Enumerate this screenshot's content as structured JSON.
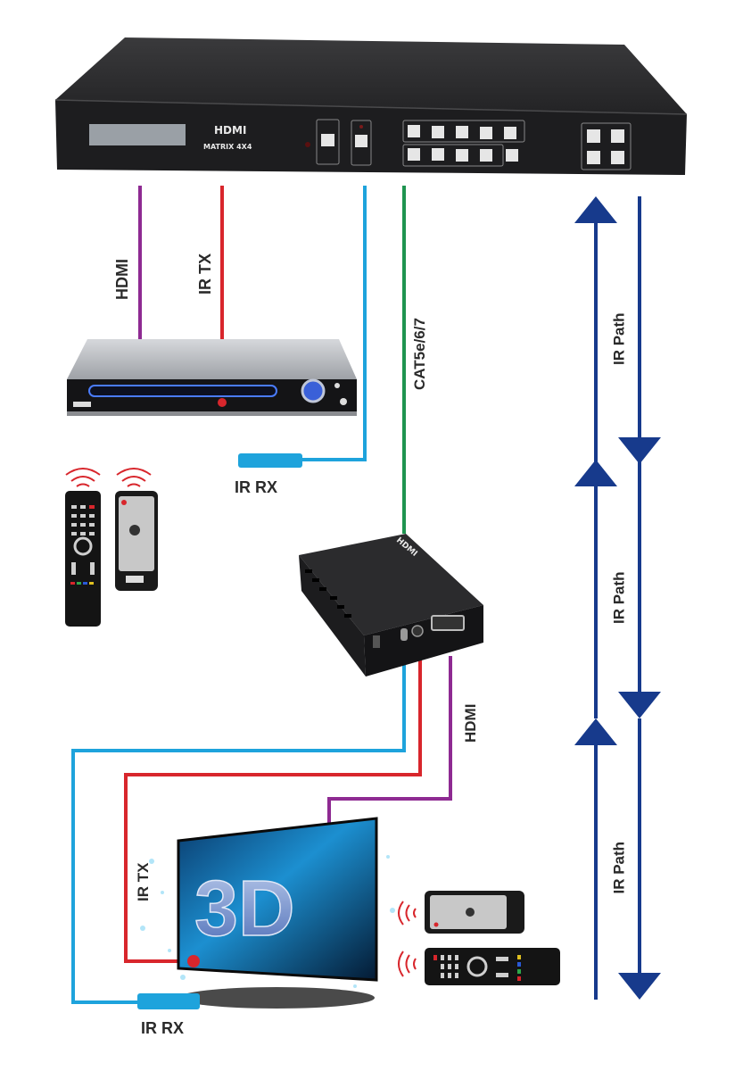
{
  "title": "HDMI Matrix 4x4 connection diagram with HDBaseT receiver and IR path",
  "colors": {
    "hdmi_cable": "#8e2a92",
    "ir_tx_cable": "#d8262c",
    "ir_rx_cable": "#1ea3dc",
    "cat_cable": "#1f9450",
    "ir_path_arrow": "#173a8c",
    "label_text": "#2a2a2a",
    "device_body": "#2b2b2d"
  },
  "matrix": {
    "logo": "HDMI",
    "model": "MATRIX 4X4",
    "button_groups": {
      "power": 1,
      "lock": 1,
      "output_row": 5,
      "input_row": 5,
      "edid_group": 4
    }
  },
  "labels": {
    "source_hdmi": "HDMI",
    "source_ir_tx": "IR TX",
    "source_ir_rx": "IR RX",
    "cat_cable": "CAT5e/6/7",
    "receiver_hdmi": "HDMI",
    "display_ir_tx": "IR TX",
    "display_ir_rx": "IR RX",
    "display_screen": "3D",
    "receiver_logo": "HDMI"
  },
  "ir_path": {
    "segments": [
      {
        "label": "IR Path"
      },
      {
        "label": "IR Path"
      },
      {
        "label": "IR Path"
      }
    ]
  },
  "devices": [
    "hdmi-matrix",
    "dvd-player",
    "source-remotes",
    "hdbaset-receiver",
    "3d-tv",
    "display-remotes"
  ]
}
